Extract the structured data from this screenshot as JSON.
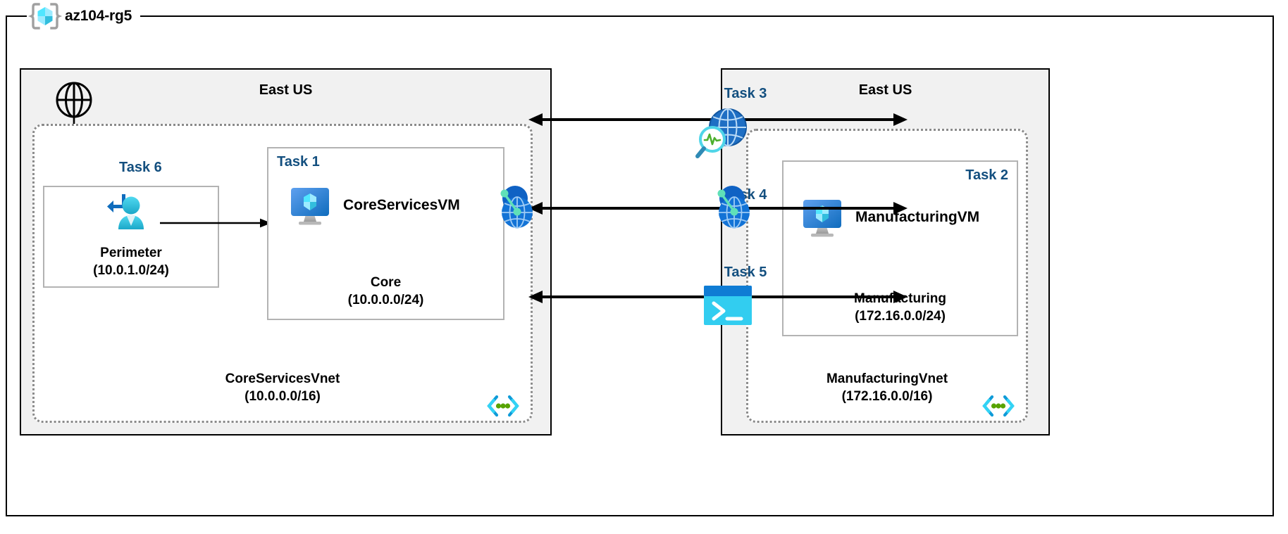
{
  "resource_group": {
    "name": "az104-rg5",
    "icon": "azure-resource-group-icon"
  },
  "regions": [
    {
      "id": "left",
      "title": "East US"
    },
    {
      "id": "right",
      "title": "East US"
    }
  ],
  "vnets": [
    {
      "id": "coreservicesvnet",
      "name": "CoreServicesVnet",
      "cidr": "(10.0.0.0/16)",
      "corner_icon": "virtual-network-icon"
    },
    {
      "id": "manufacturingvnet",
      "name": "ManufacturingVnet",
      "cidr": "(172.16.0.0/16)",
      "corner_icon": "virtual-network-icon"
    }
  ],
  "subnets": [
    {
      "id": "perimeter",
      "task": "Task 6",
      "name": "Perimeter",
      "cidr": "(10.0.1.0/24)",
      "icon": "azure-bastion-icon"
    },
    {
      "id": "core",
      "task": "Task 1",
      "name": "Core",
      "cidr": "(10.0.0.0/24)",
      "vm": "CoreServicesVM",
      "icon": "virtual-machine-icon"
    },
    {
      "id": "manufacturing",
      "task": "Task 2",
      "name": "Manufacturing",
      "cidr": "(172.16.0.0/24)",
      "vm": "ManufacturingVM",
      "icon": "virtual-machine-icon"
    }
  ],
  "connections": [
    {
      "id": "task3",
      "label": "Task 3",
      "icon": "network-watcher-icon",
      "arrow": "double-headed"
    },
    {
      "id": "task4",
      "label": "Task 4",
      "icon": "vnet-peering-icon",
      "arrow": "double-headed"
    },
    {
      "id": "task5",
      "label": "Task 5",
      "icon": "cloud-shell-icon",
      "arrow": "double-headed"
    }
  ],
  "internet": {
    "icon": "internet-globe-icon",
    "arrow": "down-arrow-to-perimeter"
  },
  "colors": {
    "task_blue": "#134f7f",
    "region_fill": "#f1f1f1",
    "vnet_border": "#8a8a8a",
    "subnet_border": "#b3b3b3",
    "azure_blue": "#0078d4",
    "accent_cyan": "#32bedd",
    "peering_green": "#5fe0b8"
  }
}
